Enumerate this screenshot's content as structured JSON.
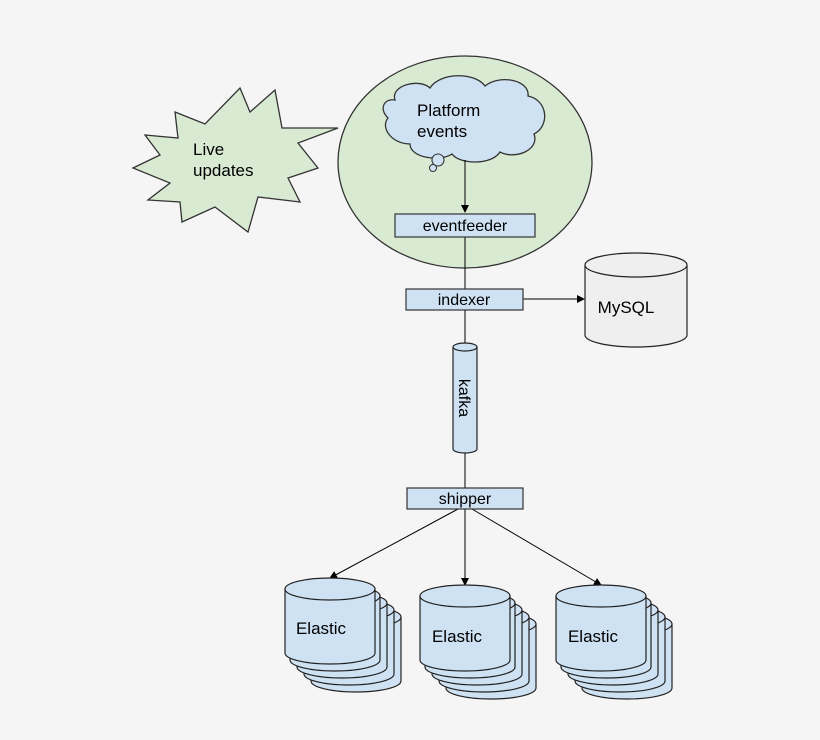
{
  "diagram": {
    "starburst": {
      "label_line1": "Live",
      "label_line2": "updates"
    },
    "cloud": {
      "label_line1": "Platform",
      "label_line2": "events"
    },
    "eventfeeder": {
      "label": "eventfeeder"
    },
    "indexer": {
      "label": "indexer"
    },
    "mysql": {
      "label": "MySQL"
    },
    "kafka": {
      "label": "kafka"
    },
    "shipper": {
      "label": "shipper"
    },
    "elastic": [
      {
        "label": "Elastic"
      },
      {
        "label": "Elastic"
      },
      {
        "label": "Elastic"
      }
    ]
  },
  "colors": {
    "green_fill": "#d9ead3",
    "blue_fill": "#cfe2f3",
    "grey_fill": "#efefef",
    "stroke": "#333333",
    "background": "#f5f5f5"
  }
}
